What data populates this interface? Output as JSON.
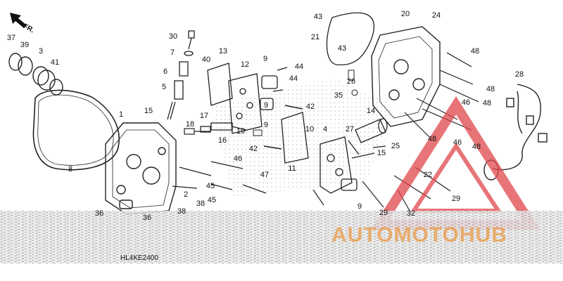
{
  "diagram": {
    "code": "HL4KE2400",
    "direction_label": "FR.",
    "watermark": "AUTOMOTOHUB",
    "colors": {
      "line": "#222222",
      "watermark_red": "#e0474c",
      "watermark_orange": "#ec9a3c",
      "noise_band": "#8a8a8a"
    },
    "labels": [
      "37",
      "39",
      "3",
      "41",
      "8",
      "1",
      "15",
      "30",
      "7",
      "40",
      "6",
      "5",
      "13",
      "12",
      "9",
      "44",
      "44",
      "9",
      "42",
      "17",
      "18",
      "16",
      "19",
      "9",
      "42",
      "11",
      "10",
      "4",
      "27",
      "14",
      "15",
      "25",
      "22",
      "2",
      "45",
      "45",
      "46",
      "47",
      "9",
      "29",
      "32",
      "29",
      "36",
      "36",
      "38",
      "38",
      "20",
      "24",
      "43",
      "21",
      "43",
      "48",
      "26",
      "35",
      "46",
      "48",
      "46",
      "48",
      "28",
      "48",
      "48"
    ]
  }
}
